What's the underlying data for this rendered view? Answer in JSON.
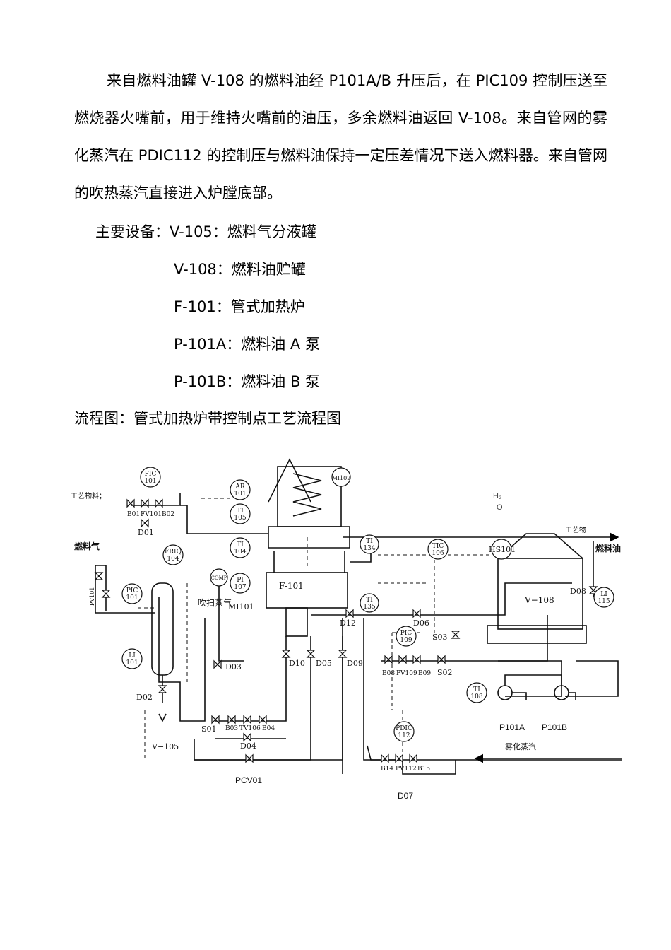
{
  "intro_paragraph": "来自燃料油罐 V-108 的燃料油经 P101A/B 升压后，在 PIC109 控制压送至燃烧器火嘴前，用于维持火嘴前的油压，多余燃料油返回 V-108。来自管网的雾化蒸汽在 PDIC112 的控制压与燃料油保持一定压差情况下送入燃料器。来自管网的吹热蒸汽直接进入炉膛底部。",
  "equipment": {
    "heading": "主要设备：V-105：燃料气分液罐",
    "items": [
      "V-108：燃料油贮罐",
      "F-101：管式加热炉",
      "P-101A：燃料油 A 泵",
      "P-101B：燃料油 B 泵"
    ]
  },
  "flow_title": "流程图：管式加热炉带控制点工艺流程图",
  "diagram": {
    "labels": {
      "process_feed": "工艺物料；",
      "fuel_gas": "燃料气",
      "fuel_oil": "燃料油",
      "purge_steam": "吹扫蒸气",
      "atom_steam": "雾化蒸汽",
      "h2": "H₂",
      "o": "O",
      "product": "工艺物",
      "furnace": "F-101",
      "v105": "V−105",
      "v108": "V−108",
      "p101a": "P101A",
      "p101b": "P101B",
      "pcv01": "PCV01",
      "d07": "D07",
      "hs101": "HS101",
      "mi101": "MI101"
    },
    "instruments": [
      {
        "tag": "FIC",
        "num": "101"
      },
      {
        "tag": "AR",
        "num": "101"
      },
      {
        "tag": "TI",
        "num": "105"
      },
      {
        "tag": "MI102",
        "num": ""
      },
      {
        "tag": "TI",
        "num": "104"
      },
      {
        "tag": "PI",
        "num": "107"
      },
      {
        "tag": "COMP",
        "num": ""
      },
      {
        "tag": "TI",
        "num": "134"
      },
      {
        "tag": "TIC",
        "num": "106"
      },
      {
        "tag": "TI",
        "num": "135"
      },
      {
        "tag": "FRIQ",
        "num": "104"
      },
      {
        "tag": "PIC",
        "num": "101"
      },
      {
        "tag": "LI",
        "num": "101"
      },
      {
        "tag": "PIC",
        "num": "109"
      },
      {
        "tag": "TI",
        "num": "108"
      },
      {
        "tag": "PDIC",
        "num": "112"
      },
      {
        "tag": "LI",
        "num": "115"
      }
    ],
    "valves": [
      "B01",
      "FV101",
      "B02",
      "D01",
      "D02",
      "D03",
      "B03",
      "TV106",
      "B04",
      "D04",
      "S01",
      "D10",
      "D05",
      "D09",
      "D12",
      "D06",
      "S03",
      "B08",
      "PV109",
      "B09",
      "S02",
      "B14",
      "PV112",
      "B15",
      "D08",
      "PV101"
    ]
  }
}
